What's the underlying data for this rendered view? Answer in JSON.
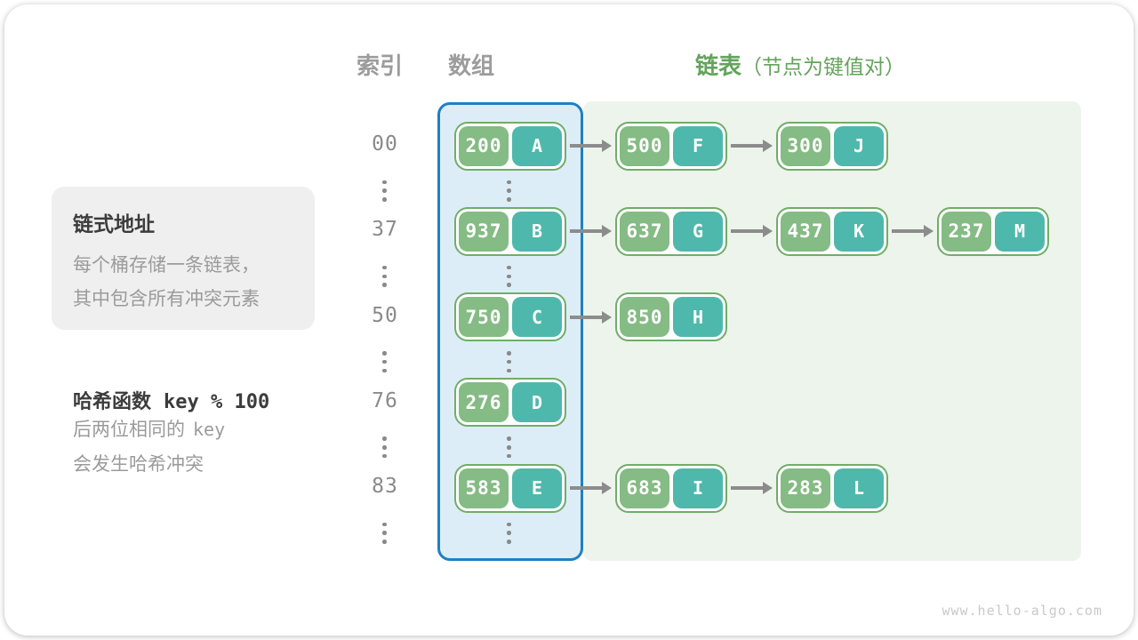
{
  "headers": {
    "index": "索引",
    "array": "数组",
    "list": "链表",
    "list_note": "（节点为键值对）"
  },
  "info_box": {
    "title": "链式地址",
    "line1": "每个桶存储一条链表，",
    "line2": "其中包含所有冲突元素"
  },
  "hash_note": {
    "label": "哈希函数",
    "formula": "key % 100",
    "line1_text": "后两位相同的",
    "line1_code": "key",
    "line2": "会发生哈希冲突"
  },
  "buckets": [
    {
      "index": "00",
      "nodes": [
        {
          "key": "200",
          "value": "A"
        },
        {
          "key": "500",
          "value": "F"
        },
        {
          "key": "300",
          "value": "J"
        }
      ]
    },
    {
      "index": "37",
      "nodes": [
        {
          "key": "937",
          "value": "B"
        },
        {
          "key": "637",
          "value": "G"
        },
        {
          "key": "437",
          "value": "K"
        },
        {
          "key": "237",
          "value": "M"
        }
      ]
    },
    {
      "index": "50",
      "nodes": [
        {
          "key": "750",
          "value": "C"
        },
        {
          "key": "850",
          "value": "H"
        }
      ]
    },
    {
      "index": "76",
      "nodes": [
        {
          "key": "276",
          "value": "D"
        }
      ]
    },
    {
      "index": "83",
      "nodes": [
        {
          "key": "583",
          "value": "E"
        },
        {
          "key": "683",
          "value": "I"
        },
        {
          "key": "283",
          "value": "L"
        }
      ]
    }
  ],
  "watermark": "www.hello-algo.com",
  "colors": {
    "key-green": "#85bb84",
    "value-teal": "#4fb8ac",
    "node-border": "#70ad68",
    "array-fill": "#ddedf8",
    "array-border": "#1f80c2",
    "list-fill": "#edf4ec",
    "header-gray": "#9c9c9c",
    "header-green": "#64a35c",
    "text-dark": "#3c3c3c",
    "text-gray": "#9b9b9b",
    "index-gray": "#8a8a8a",
    "arrow-gray": "#8c8c8c",
    "box-bg": "#efefef",
    "watermark": "#c9c9c9"
  }
}
